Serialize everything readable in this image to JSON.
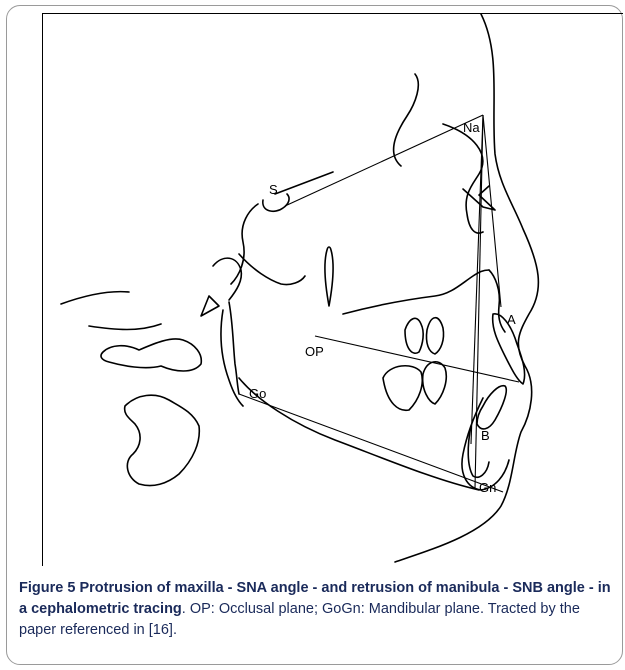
{
  "figure": {
    "number": "Figure 5",
    "title": "Protrusion of maxilla - SNA angle - and retrusion of manibula - SNB angle - in a cephalometric tracing",
    "body": ". OP: Occlusal plane; GoGn: Mandibular plane. Tracted by the paper referenced in [16]."
  },
  "landmarks": {
    "na": "Na",
    "s": "S",
    "a": "A",
    "op": "OP",
    "go": "Go",
    "b": "B",
    "gn": "Gn"
  }
}
